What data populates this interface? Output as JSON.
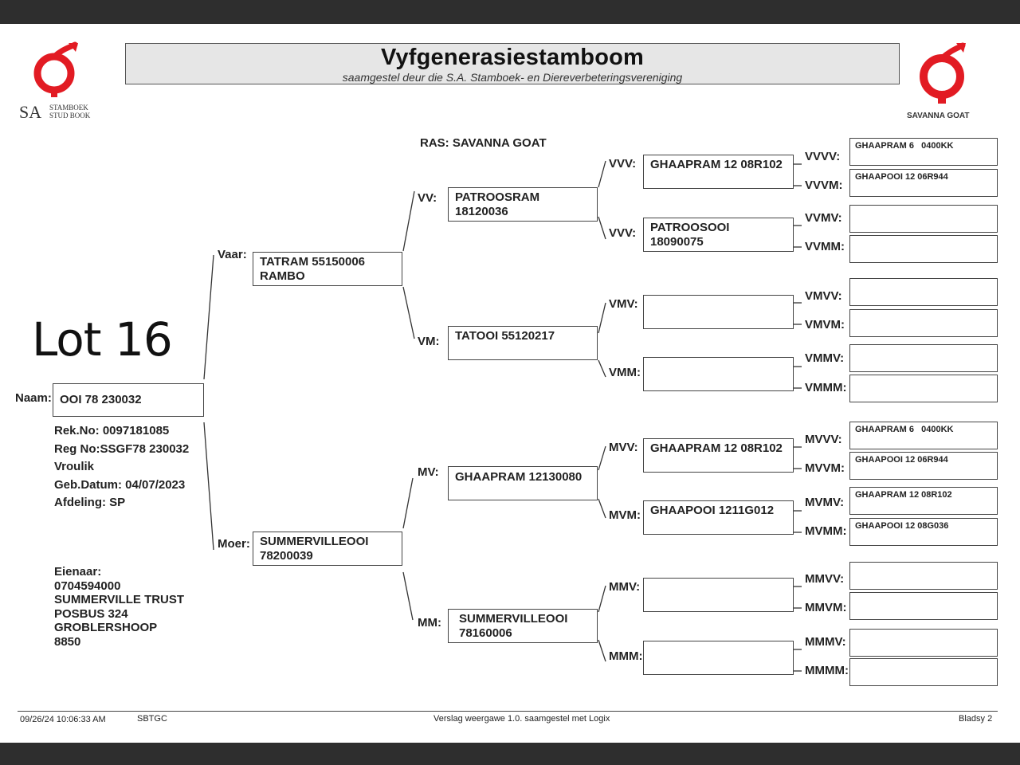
{
  "header": {
    "title": "Vyfgenerasiestamboom",
    "subtitle": "saamgestel deur die S.A. Stamboek- en Diereverbeteringsvereniging",
    "left_logo": {
      "line1": "SA",
      "line2": "STAMBOEK",
      "line3": "STUD BOOK"
    },
    "right_logo": {
      "caption": "SAVANNA GOAT"
    },
    "brand_red": "#e21b23"
  },
  "breed": "RAS: SAVANNA GOAT",
  "lot": "Lot 16",
  "animal": {
    "label": "Naam:",
    "name": "OOI 78 230032",
    "details": [
      "Rek.No: 0097181085",
      "Reg No:SSGF78  230032",
      "Vroulik",
      "Geb.Datum: 04/07/2023",
      "Afdeling: SP"
    ]
  },
  "owner": {
    "lines": [
      "Eienaar:",
      "0704594000",
      "SUMMERVILLE TRUST",
      "POSBUS 324",
      "GROBLERSHOOP",
      "8850"
    ]
  },
  "gen2": {
    "sire": {
      "label": "Vaar:",
      "value": "TATRAM 55150006\nRAMBO"
    },
    "dam": {
      "label": "Moer:",
      "value": "SUMMERVILLEOOI\n78200039"
    }
  },
  "gen3": {
    "vv": {
      "label": "VV:",
      "value": "PATROOSRAM\n18120036"
    },
    "vm": {
      "label": "VM:",
      "value": "TATOOI 55120217"
    },
    "mv": {
      "label": "MV:",
      "value": "GHAAPRAM 12130080"
    },
    "mm": {
      "label": "MM:",
      "value": "SUMMERVILLEOOI\n78160006"
    }
  },
  "gen4": {
    "vvv": {
      "label": "VVV:",
      "value": "GHAAPRAM 12 08R102"
    },
    "vvm": {
      "label": "VVV:",
      "value": "PATROOSOOI\n18090075"
    },
    "vmv": {
      "label": "VMV:",
      "value": ""
    },
    "vmm": {
      "label": "VMM:",
      "value": ""
    },
    "mvv": {
      "label": "MVV:",
      "value": "GHAAPRAM 12 08R102"
    },
    "mvm": {
      "label": "MVM:",
      "value": "GHAAPOOI 1211G012"
    },
    "mmv": {
      "label": "MMV:",
      "value": ""
    },
    "mmm": {
      "label": "MMM:",
      "value": ""
    }
  },
  "gen5": [
    {
      "label": "VVVV:",
      "value": "GHAAPRAM 6   0400KK"
    },
    {
      "label": "VVVM:",
      "value": "GHAAPOOI 12 06R944"
    },
    {
      "label": "VVMV:",
      "value": ""
    },
    {
      "label": "VVMM:",
      "value": ""
    },
    {
      "label": "VMVV:",
      "value": ""
    },
    {
      "label": "VMVM:",
      "value": ""
    },
    {
      "label": "VMMV:",
      "value": ""
    },
    {
      "label": "VMMM:",
      "value": ""
    },
    {
      "label": "MVVV:",
      "value": "GHAAPRAM 6   0400KK"
    },
    {
      "label": "MVVM:",
      "value": "GHAAPOOI 12 06R944"
    },
    {
      "label": "MVMV:",
      "value": "GHAAPRAM 12 08R102"
    },
    {
      "label": "MVMM:",
      "value": "GHAAPOOI 12 08G036"
    },
    {
      "label": "MMVV:",
      "value": ""
    },
    {
      "label": "MMVM:",
      "value": ""
    },
    {
      "label": "MMMV:",
      "value": ""
    },
    {
      "label": "MMMM:",
      "value": ""
    }
  ],
  "footer": {
    "timestamp": "09/26/24 10:06:33 AM",
    "code": "SBTGC",
    "report": "Verslag weergawe 1.0. saamgestel met Logix",
    "page": "Bladsy 2"
  }
}
